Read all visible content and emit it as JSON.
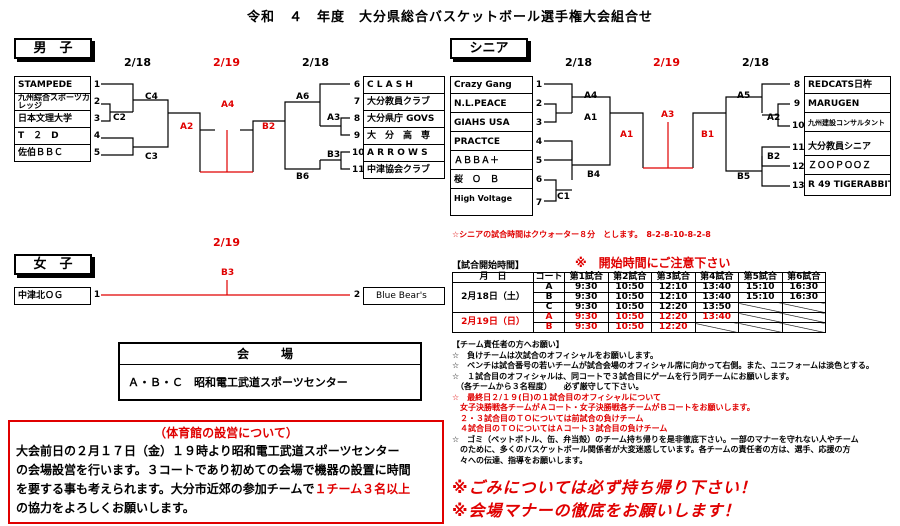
{
  "title": "令和　４　年度　大分県総合バスケットボール選手権大会組合せ",
  "men": {
    "label": "男　子",
    "dates": [
      "2/18",
      "2/19",
      "2/18"
    ],
    "left_teams": [
      {
        "num": "1",
        "name": "STAMPEDE"
      },
      {
        "num": "2",
        "name": "九州綜合スポーツカレッジ"
      },
      {
        "num": "3",
        "name": "日本文理大学"
      },
      {
        "num": "4",
        "name": "T　２　D"
      },
      {
        "num": "5",
        "name": "佐伯ＢＢＣ"
      }
    ],
    "right_teams": [
      {
        "num": "6",
        "name": "C L A S H"
      },
      {
        "num": "7",
        "name": "大分教員クラブ"
      },
      {
        "num": "8",
        "name": "大分県庁 GOVS"
      },
      {
        "num": "9",
        "name": "大　分　高　専"
      },
      {
        "num": "10",
        "name": "A R R O W S"
      },
      {
        "num": "11",
        "name": "中津協会クラブ"
      }
    ],
    "games": {
      "c2": "C2",
      "c3": "C3",
      "c4": "C4",
      "a2": "A2",
      "a4": "A4",
      "b2": "B2",
      "a6": "A6",
      "a3": "A3",
      "b3": "B3",
      "b6": "B6"
    }
  },
  "senior": {
    "label": "シニア",
    "dates": [
      "2/18",
      "2/19",
      "2/18"
    ],
    "left_teams": [
      {
        "num": "1",
        "name": "Crazy Gang"
      },
      {
        "num": "2",
        "name": "N.L.PEACE"
      },
      {
        "num": "3",
        "name": "GIAHS USA"
      },
      {
        "num": "4",
        "name": "PRACTCE"
      },
      {
        "num": "5",
        "name": "ＡＢＢＡ＋"
      },
      {
        "num": "6",
        "name": "桜　Ｏ　Ｂ"
      },
      {
        "num": "7",
        "name": "High Voltage"
      }
    ],
    "right_teams": [
      {
        "num": "8",
        "name": "REDCATS日杵"
      },
      {
        "num": "9",
        "name": "MARUGEN"
      },
      {
        "num": "10",
        "name": "九州建設コンサルタント"
      },
      {
        "num": "11",
        "name": "大分教員シニア"
      },
      {
        "num": "12",
        "name": "ＺＯＯＰＯＯＺ"
      },
      {
        "num": "13",
        "name": "R 49 TIGERABBIT"
      }
    ],
    "games": {
      "a4": "A4",
      "a1": "A1",
      "b4": "B4",
      "c1": "C1",
      "a1f": "A1",
      "a3": "A3",
      "b1": "B1",
      "a5": "A5",
      "a2": "A2",
      "b2": "B2",
      "b5": "B5"
    },
    "note": "☆シニアの試合時間はクウォーター８分　とします。　8-2-8-10-8-2-8"
  },
  "women": {
    "label": "女　子",
    "date": "2/19",
    "game": "B3",
    "team1": {
      "num": "1",
      "name": "中津北ＯＧ"
    },
    "team2": {
      "num": "2",
      "name": "Blue Bear's"
    }
  },
  "venue": {
    "title": "会　場",
    "text": "Ａ・Ｂ・Ｃ　昭和電工武道スポーツセンター"
  },
  "schedule": {
    "heading": "【試合開始時間】",
    "warning": "※　開始時間にご注意下さい",
    "header": [
      "月　日",
      "コート",
      "第1試合",
      "第2試合",
      "第3試合",
      "第4試合",
      "第5試合",
      "第6試合"
    ],
    "day1": "2月18日（土）",
    "day2": "2月19日（日）",
    "rows": [
      [
        "A",
        "9:30",
        "10:50",
        "12:10",
        "13:40",
        "15:10",
        "16:30"
      ],
      [
        "B",
        "9:30",
        "10:50",
        "12:10",
        "13:40",
        "15:10",
        "16:30"
      ],
      [
        "C",
        "9:30",
        "10:50",
        "12:20",
        "13:50",
        "",
        ""
      ],
      [
        "A",
        "9:30",
        "10:50",
        "12:20",
        "13:40",
        "",
        ""
      ],
      [
        "B",
        "9:30",
        "10:50",
        "12:20",
        "",
        "",
        ""
      ]
    ]
  },
  "notes": {
    "heading": "【チーム責任者の方へお願い】",
    "lines": [
      "☆　負けチームは次試合のオフィシャルをお願いします。",
      "☆　ベンチは試合番号の若いチームが試合会場のオフィシャル席に向かって右側。また、ユニフォームは淡色とする。",
      "☆　１試合目のオフィシャルは、同コートで３試合目にゲームを行う同チームにお願いします。",
      "　（各チームから３名程度）　　必ず厳守して下さい。",
      "☆　最終日２/１９(日)の１試合目のオフィシャルについて",
      "　女子決勝戦各チームがＡコート・女子決勝戦各チームがＢコートをお願いします。",
      "　２・３試合目のＴＯについては前試合の負けチーム",
      "　４試合目のＴＯについてはＡコート３試合目の負けチーム",
      "☆　ゴミ（ペットボトル、缶、弁当殻）のチーム持ち帰りを是非徹底下さい。一部のマナーを守れない人やチーム",
      "　のために、多くのバスケットボール関係者が大変迷惑しています。各チームの責任者の方は、選手、応援の方",
      "　々への伝達、指導をお願いします。"
    ]
  },
  "setup": {
    "title": "（体育館の設営について）",
    "line1": "大会前日の２月１７日（金）１９時より昭和電工武道スポーツセンター",
    "line2": "の会場設営を行います。３コートであり初めての会場で機器の設置に時間",
    "line3a": "を要する事も考えられます。大分市近郊の参加チームで",
    "line3b": "１チーム３名以上",
    "line4": "の協力をよろしくお願いします。"
  },
  "appeal": {
    "line1": "※ごみについては必ず持ち帰り下さい！",
    "line2": "※会場マナーの徹底をお願いします！"
  }
}
